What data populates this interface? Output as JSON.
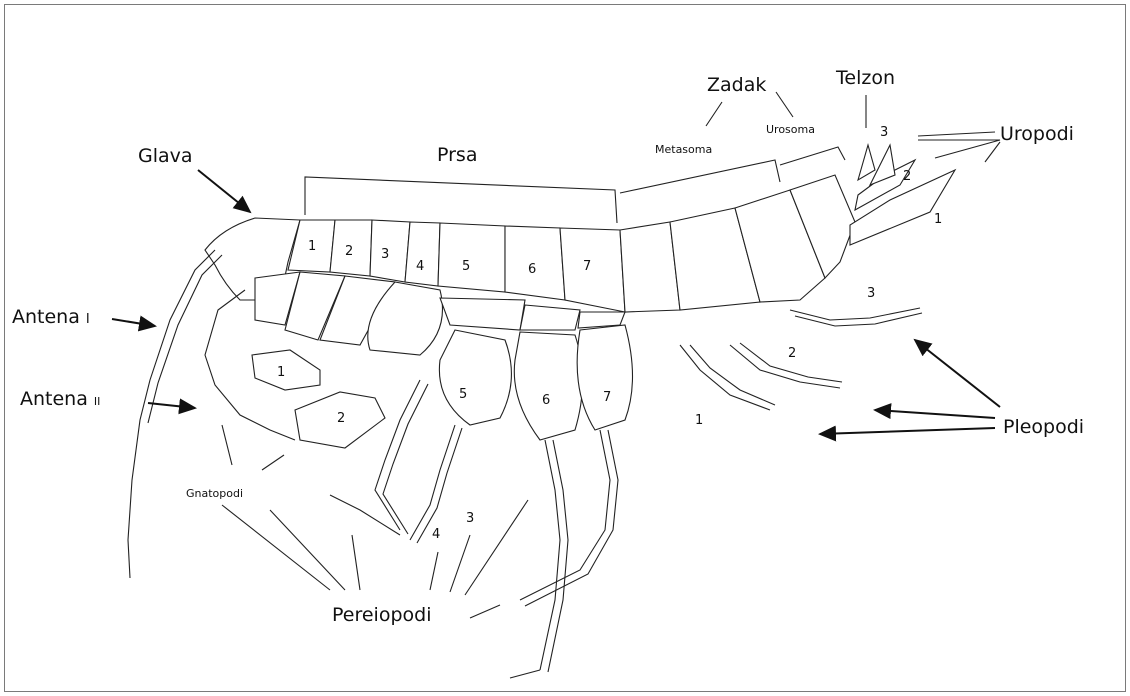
{
  "labels": {
    "glava": "Glava",
    "prsa": "Prsa",
    "zadak": "Zadak",
    "metasoma": "Metasoma",
    "urosoma": "Urosoma",
    "telzon": "Telzon",
    "uropodi": "Uropodi",
    "antena1_text": "Antena",
    "antena1_roman": "I",
    "antena2_text": "Antena",
    "antena2_roman": "II",
    "gnatopodi": "Gnatopodi",
    "pereiopodi": "Pereiopodi",
    "pleopodi": "Pleopodi"
  },
  "numbers": {
    "seg1": "1",
    "seg2": "2",
    "seg3": "3",
    "seg4": "4",
    "seg5": "5",
    "seg6": "6",
    "seg7": "7",
    "gnath1": "1",
    "gnath2": "2",
    "coxa5": "5",
    "coxa6": "6",
    "coxa7": "7",
    "pereio3": "3",
    "pereio4": "4",
    "pleo1": "1",
    "pleo2": "2",
    "pleo3": "3",
    "uro1": "1",
    "uro2": "2",
    "uro3": "3"
  }
}
